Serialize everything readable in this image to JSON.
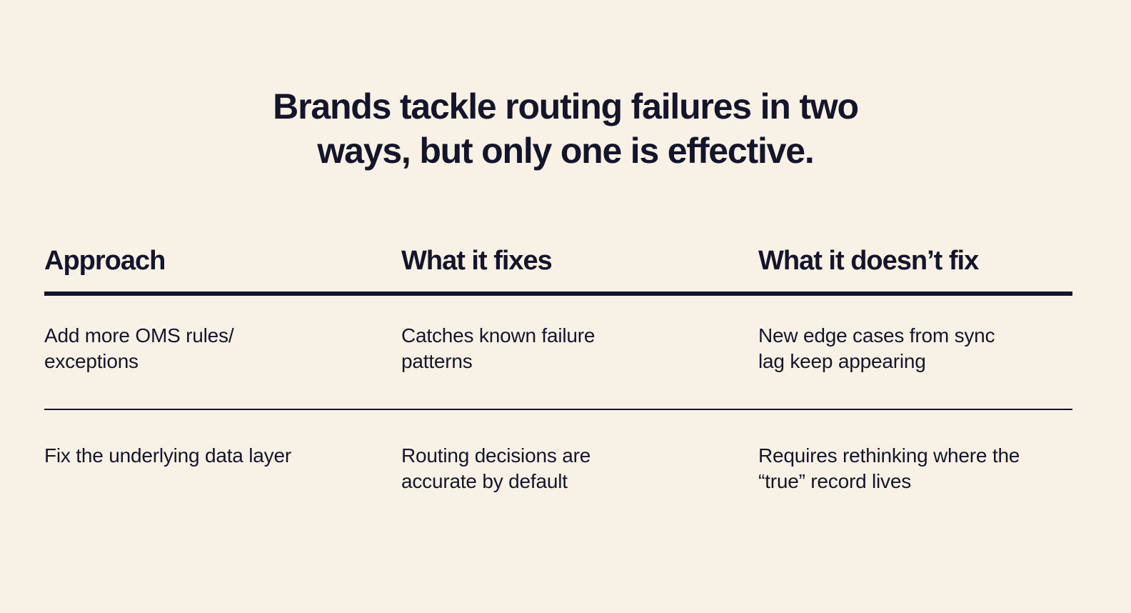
{
  "title": {
    "line1": "Brands tackle routing failures in two",
    "line2": "ways, but only one is effective."
  },
  "table": {
    "headers": [
      "Approach",
      "What it fixes",
      "What it doesn’t fix"
    ],
    "rows": [
      {
        "approach": [
          "Add more OMS rules/",
          "exceptions"
        ],
        "fixes": [
          "Catches known failure",
          "patterns"
        ],
        "doesnt_fix": [
          "New edge cases from sync",
          "lag keep appearing"
        ]
      },
      {
        "approach": [
          "Fix the underlying data layer"
        ],
        "fixes": [
          "Routing decisions are",
          "accurate by default"
        ],
        "doesnt_fix": [
          "Requires rethinking where the",
          "“true” record lives"
        ]
      }
    ]
  }
}
